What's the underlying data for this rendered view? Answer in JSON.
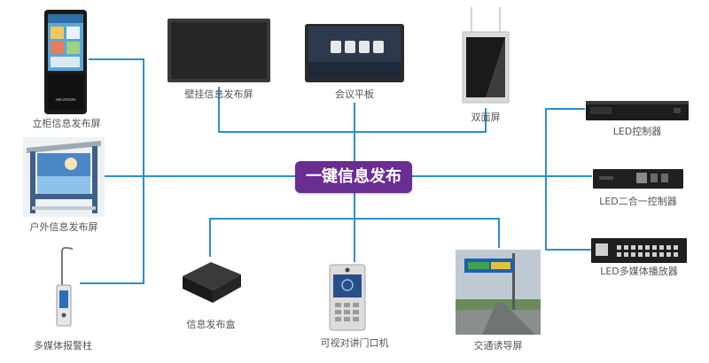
{
  "hub": {
    "label": "一键信息发布"
  },
  "colors": {
    "hub": "#6a2d91",
    "line": "#2b8fd1",
    "label": "#555555"
  },
  "devices": {
    "cabinet": {
      "label": "立柜信息发布屏",
      "icon": "kiosk-icon",
      "logo": "HIKVISION"
    },
    "wall_screen": {
      "label": "壁挂信息发布屏",
      "icon": "wall-screen-icon"
    },
    "meeting_tablet": {
      "label": "会议平板",
      "icon": "meeting-tablet-icon"
    },
    "dual_screen": {
      "label": "双面屏",
      "icon": "dual-screen-icon"
    },
    "outdoor": {
      "label": "户外信息发布屏",
      "icon": "outdoor-billboard-icon"
    },
    "alarm_pillar": {
      "label": "多媒体报警柱",
      "icon": "alarm-pillar-icon"
    },
    "box": {
      "label": "信息发布盒",
      "icon": "media-box-icon"
    },
    "intercom": {
      "label": "可视对讲门口机",
      "icon": "door-intercom-icon"
    },
    "traffic": {
      "label": "交通诱导屏",
      "icon": "traffic-guidance-screen-icon"
    },
    "led_controller": {
      "label": "LED控制器",
      "icon": "led-controller-icon"
    },
    "led_2in1": {
      "label": "LED二合一控制器",
      "icon": "led-2in1-controller-icon"
    },
    "led_player": {
      "label": "LED多媒体播放器",
      "icon": "led-player-icon"
    }
  }
}
